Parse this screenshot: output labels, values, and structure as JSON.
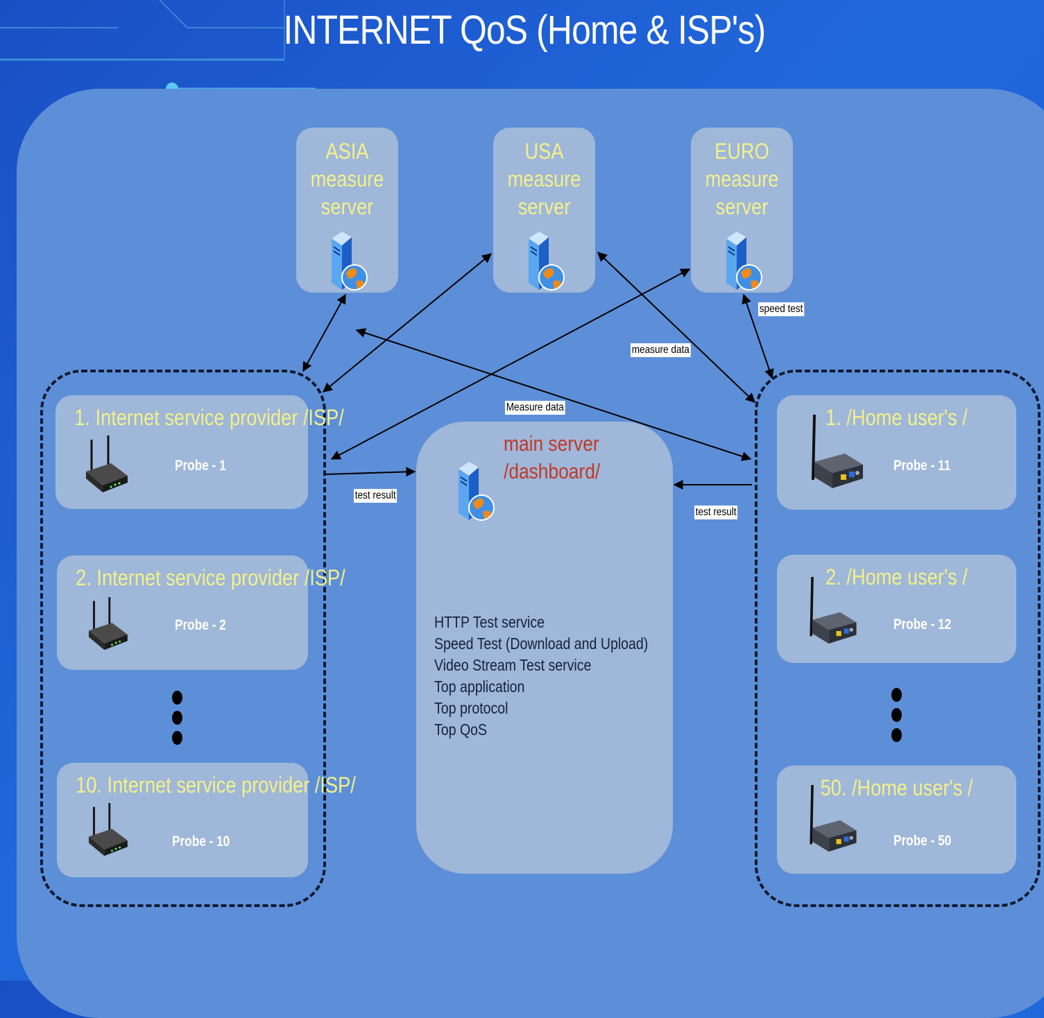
{
  "title": "INTERNET QoS (Home & ISP's)",
  "colors": {
    "background": "#1d5fd6",
    "panel": "#5d8fd8",
    "card": "#9fb7d8",
    "card_title": "#f4f08a",
    "main_title": "#c0392b"
  },
  "measure_servers": [
    {
      "lines": [
        "ASIA",
        "measure",
        "server"
      ],
      "icon": "server-globe-icon"
    },
    {
      "lines": [
        "USA",
        "measure",
        "server"
      ],
      "icon": "server-globe-icon"
    },
    {
      "lines": [
        "EURO",
        "measure",
        "server"
      ],
      "icon": "server-globe-icon"
    }
  ],
  "isp_probes": [
    {
      "title": "1. Internet service provider /ISP/",
      "probe": "Probe - 1",
      "icon": "router-icon"
    },
    {
      "title": "2. Internet service provider /ISP/",
      "probe": "Probe - 2",
      "icon": "router-icon"
    },
    {
      "title": "10. Internet service provider /ISP/",
      "probe": "Probe - 10",
      "icon": "router-icon"
    }
  ],
  "home_probes": [
    {
      "title": "1. /Home user's /",
      "probe": "Probe - 11",
      "icon": "probe-device-icon"
    },
    {
      "title": "2. /Home user's /",
      "probe": "Probe - 12",
      "icon": "probe-device-icon"
    },
    {
      "title": "50. /Home user's /",
      "probe": "Probe - 50",
      "icon": "probe-device-icon"
    }
  ],
  "main_server": {
    "title_lines": [
      "main server",
      "/dashboard/"
    ],
    "icon": "server-globe-icon",
    "services": [
      "HTTP Test service",
      "Speed Test (Download and Upload)",
      "Video Stream Test service",
      "Top application",
      "Top protocol",
      "Top QoS"
    ]
  },
  "edge_labels": {
    "speed_test": "speed test",
    "measure_data_right": "measure data",
    "measure_data_center": "Measure data",
    "test_result_left": "test result",
    "test_result_right": "test result"
  }
}
